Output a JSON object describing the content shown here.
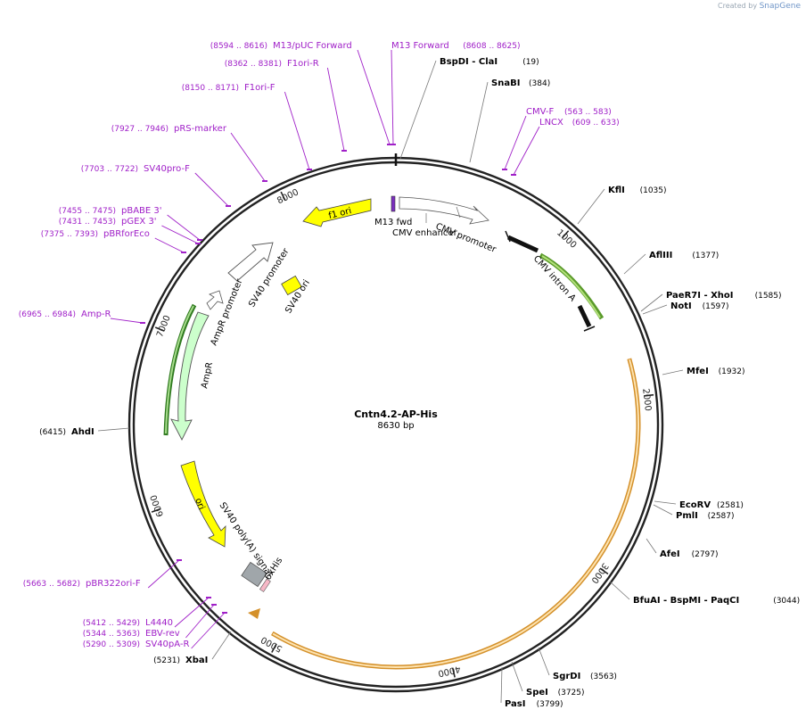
{
  "credit": {
    "prefix": "Created by",
    "brand": "SnapGene"
  },
  "plasmid": {
    "name": "Cntn4.2-AP-His",
    "length_label": "8630 bp"
  },
  "colors": {
    "primer": "#a020c8",
    "enzyme": "#000000",
    "bb": "#000000",
    "f1ori": "#ffff00",
    "ampr": "#ccffcc",
    "ori": "#ffff00",
    "insert": "#f5a623",
    "cmv": "#ffffff",
    "misc": "#7fbf3f"
  },
  "backbone_ticks": [
    {
      "label": "1000"
    },
    {
      "label": "2000"
    },
    {
      "label": "3000"
    },
    {
      "label": "4000"
    },
    {
      "label": "5000"
    },
    {
      "label": "6000"
    },
    {
      "label": "7000"
    },
    {
      "label": "8000"
    }
  ],
  "enzymes": [
    {
      "name": "BspDI",
      "name2": "ClaI",
      "pos": "(19)"
    },
    {
      "name": "SnaBI",
      "pos": "(384)"
    },
    {
      "name": "KflI",
      "pos": "(1035)"
    },
    {
      "name": "AflIII",
      "pos": "(1377)"
    },
    {
      "name": "PaeR7I",
      "name2": "XhoI",
      "pos": "(1585)"
    },
    {
      "name": "NotI",
      "pos": "(1597)"
    },
    {
      "name": "MfeI",
      "pos": "(1932)"
    },
    {
      "name": "EcoRV",
      "pos": "(2581)"
    },
    {
      "name": "PmlI",
      "pos": "(2587)"
    },
    {
      "name": "AfeI",
      "pos": "(2797)"
    },
    {
      "name": "BfuAI",
      "name2": "BspMI",
      "name3": "PaqCI",
      "pos": "(3044)"
    },
    {
      "name": "SgrDI",
      "pos": "(3563)"
    },
    {
      "name": "SpeI",
      "pos": "(3725)"
    },
    {
      "name": "PasI",
      "pos": "(3799)"
    },
    {
      "name": "XbaI",
      "pos": "(5231)"
    },
    {
      "name": "AhdI",
      "pos": "(6415)"
    }
  ],
  "primers": [
    {
      "name": "M13/pUC Forward",
      "range": "(8594 .. 8616)"
    },
    {
      "name": "M13 Forward",
      "range": "(8608 .. 8625)"
    },
    {
      "name": "F1ori-R",
      "range": "(8362 .. 8381)"
    },
    {
      "name": "F1ori-F",
      "range": "(8150 .. 8171)"
    },
    {
      "name": "pRS-marker",
      "range": "(7927 .. 7946)"
    },
    {
      "name": "SV40pro-F",
      "range": "(7703 .. 7722)"
    },
    {
      "name": "pBABE 3'",
      "range": "(7455 .. 7475)"
    },
    {
      "name": "pGEX 3'",
      "range": "(7431 .. 7453)"
    },
    {
      "name": "pBRforEco",
      "range": "(7375 .. 7393)"
    },
    {
      "name": "Amp-R",
      "range": "(6965 .. 6984)"
    },
    {
      "name": "pBR322ori-F",
      "range": "(5663 .. 5682)"
    },
    {
      "name": "L4440",
      "range": "(5412 .. 5429)"
    },
    {
      "name": "EBV-rev",
      "range": "(5344 .. 5363)"
    },
    {
      "name": "SV40pA-R",
      "range": "(5290 .. 5309)"
    },
    {
      "name": "CMV-F",
      "range": "(563 .. 583)"
    },
    {
      "name": "LNCX",
      "range": "(609 .. 633)"
    }
  ],
  "features": [
    {
      "name": "f1 ori"
    },
    {
      "name": "M13 fwd"
    },
    {
      "name": "CMV enhancer"
    },
    {
      "name": "CMV promoter"
    },
    {
      "name": "CMV intron A"
    },
    {
      "name": "SV40 promoter"
    },
    {
      "name": "SV40 ori"
    },
    {
      "name": "AmpR promoter"
    },
    {
      "name": "AmpR"
    },
    {
      "name": "ori"
    },
    {
      "name": "SV40 poly(A) signal"
    },
    {
      "name": "6xHis"
    }
  ]
}
